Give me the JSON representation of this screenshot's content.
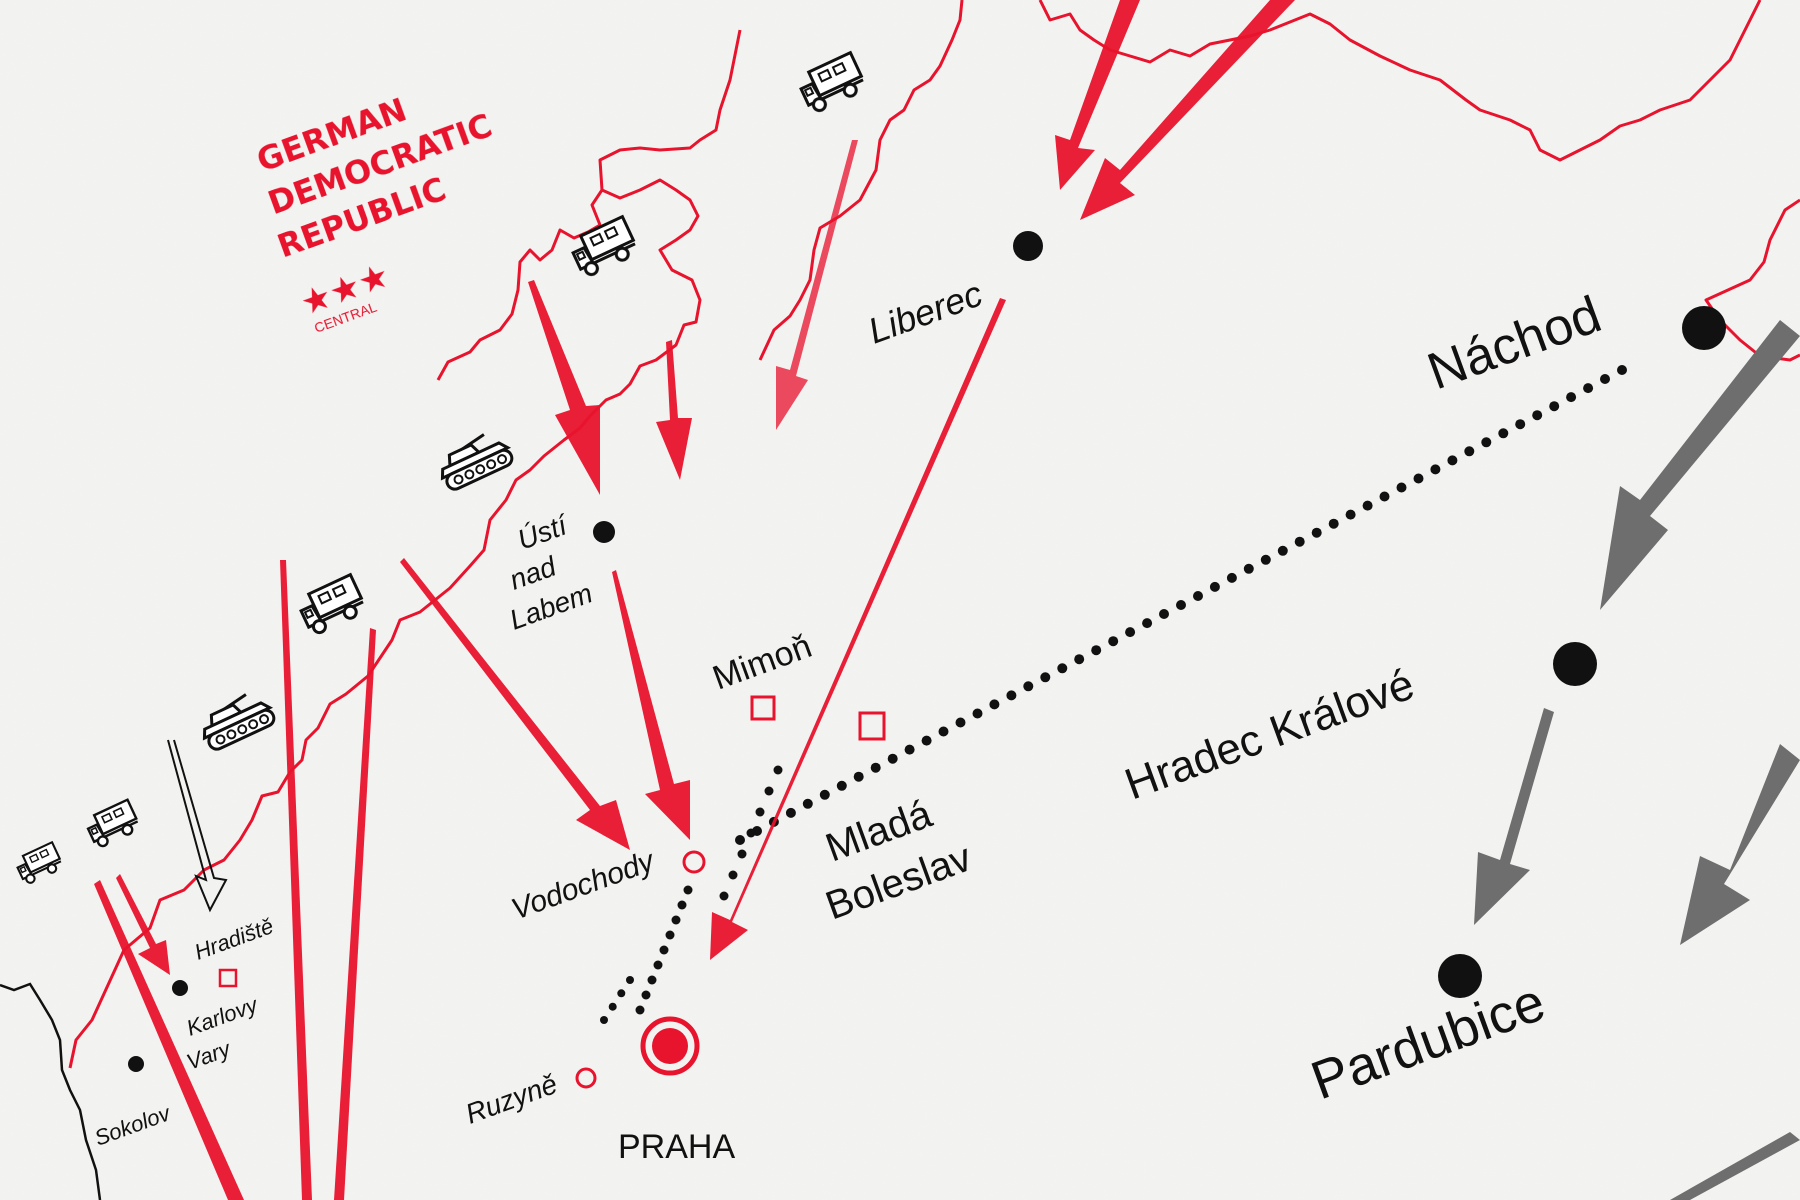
{
  "legend": {
    "title_lines": [
      "GERMAN",
      "DEMOCRATIC",
      "REPUBLIC"
    ],
    "stars": "★★★",
    "subtitle": "CENTRAL"
  },
  "cities": {
    "liberec": "Liberec",
    "nachod": "Náchod",
    "usti_line1": "Ústí",
    "usti_line2": "nad",
    "usti_line3": "Labem",
    "mimon": "Mimoň",
    "hradec": "Hradec Králové",
    "mlada_line1": "Mladá",
    "mlada_line2": "Boleslav",
    "vodochody": "Vodochody",
    "hradiste": "Hradiště",
    "karlovy_line1": "Karlovy",
    "karlovy_line2": "Vary",
    "sokolov": "Sokolov",
    "ruzyne": "Ruzyně",
    "praha": "PRAHA",
    "pardubice": "Pardubice"
  },
  "icons": [
    "truck-icon",
    "tank-icon",
    "airbase-icon",
    "city-icon",
    "capital-icon",
    "airport-icon"
  ],
  "colors": {
    "invasion_arrow": "#e8132d",
    "secondary_arrow": "#6e6e6e",
    "border": "#e8132d",
    "ink": "#111111",
    "background": "#f4f4f2"
  }
}
